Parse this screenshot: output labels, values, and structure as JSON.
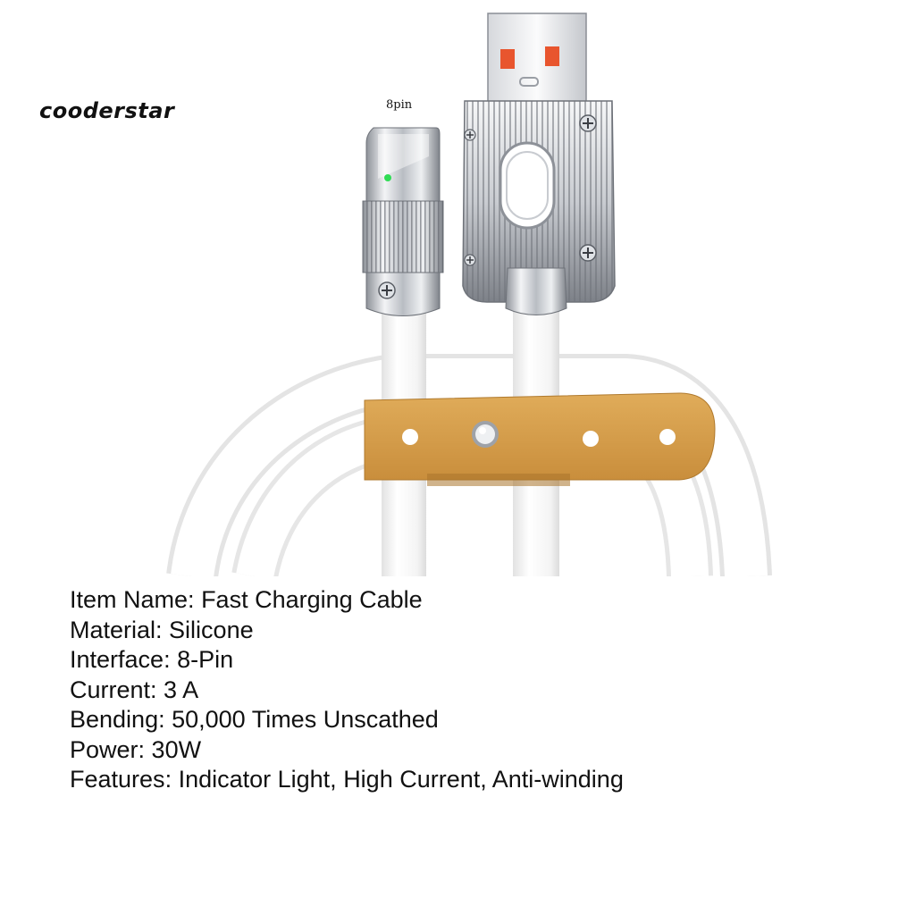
{
  "brand": {
    "logo_text": "cooderstar"
  },
  "illustration": {
    "connector_label": "8pin",
    "colors": {
      "cable": "#ffffff",
      "cable_shadow": "#e6e6e6",
      "metal_light": "#e9ebee",
      "metal_dark": "#8d9198",
      "strap": "#d7a04d",
      "indicator_led": "#2fdc54",
      "usb_contacts": "#e8552e"
    }
  },
  "specs": [
    {
      "label": "Item Name",
      "value": "Fast Charging Cable"
    },
    {
      "label": "Material",
      "value": "Silicone"
    },
    {
      "label": "Interface",
      "value": "8-Pin"
    },
    {
      "label": "Current",
      "value": "3 A"
    },
    {
      "label": "Bending",
      "value": "50,000 Times Unscathed"
    },
    {
      "label": "Power",
      "value": "30W"
    },
    {
      "label": "Features",
      "value": "Indicator Light, High Current, Anti-winding"
    }
  ]
}
